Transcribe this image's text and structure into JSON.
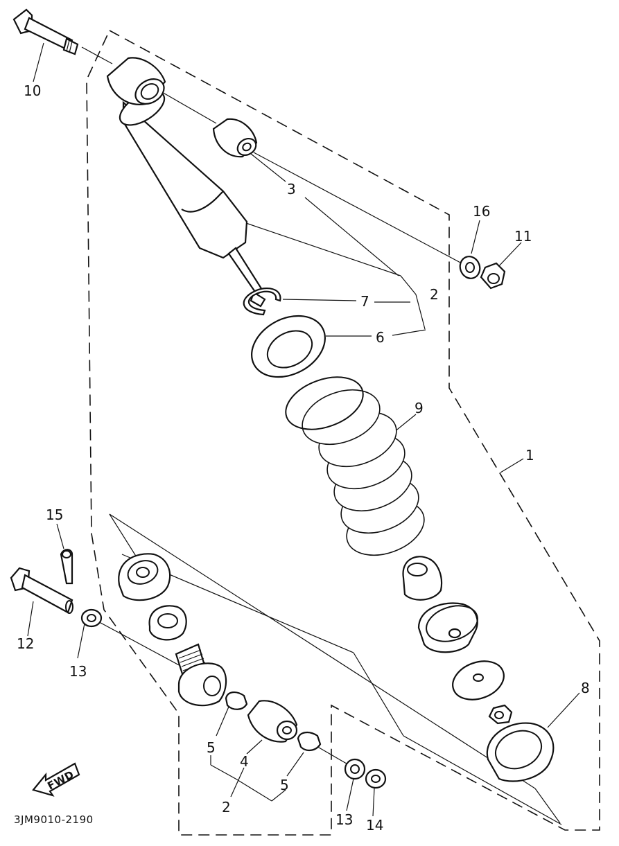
{
  "diagram": {
    "drawing_code": "3JM9010-2190",
    "direction_label": "FWD",
    "callouts": [
      {
        "id": "c10",
        "label": "10"
      },
      {
        "id": "c3",
        "label": "3"
      },
      {
        "id": "c16",
        "label": "16"
      },
      {
        "id": "c11",
        "label": "11"
      },
      {
        "id": "c2top",
        "label": "2"
      },
      {
        "id": "c7",
        "label": "7"
      },
      {
        "id": "c6",
        "label": "6"
      },
      {
        "id": "c9",
        "label": "9"
      },
      {
        "id": "c1",
        "label": "1"
      },
      {
        "id": "c15",
        "label": "15"
      },
      {
        "id": "c12",
        "label": "12"
      },
      {
        "id": "c13left",
        "label": "13"
      },
      {
        "id": "c8",
        "label": "8"
      },
      {
        "id": "c5left",
        "label": "5"
      },
      {
        "id": "c4",
        "label": "4"
      },
      {
        "id": "c5right",
        "label": "5"
      },
      {
        "id": "c2bottom",
        "label": "2"
      },
      {
        "id": "c13right",
        "label": "13"
      },
      {
        "id": "c14",
        "label": "14"
      }
    ]
  }
}
